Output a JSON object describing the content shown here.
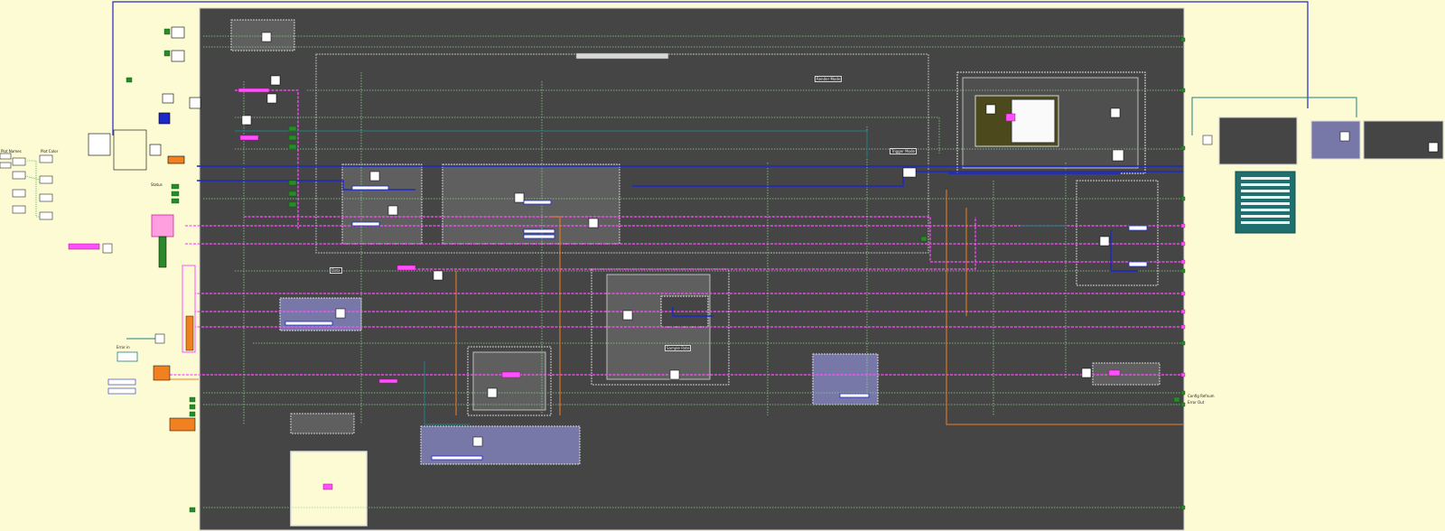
{
  "window": {
    "title": ""
  },
  "diagram": {
    "type": "labview-block-diagram",
    "colors": {
      "background": "#fdfbd3",
      "main_structure": "#454545",
      "sub_structure": "#5f5f5f",
      "event_structure": "#7878a8",
      "wire_pink": "#ff50ff",
      "wire_green_dotted": "#7fbf7f",
      "wire_blue": "#1c28c8",
      "wire_orange": "#f08020",
      "wire_teal": "#1f7f7f",
      "terminal_green": "#2a8a2a"
    },
    "left_labels": [
      {
        "id": "lbl_a",
        "text": "Plot Names"
      },
      {
        "id": "lbl_b",
        "text": "Plot Color"
      },
      {
        "id": "lbl_c",
        "text": "Error in"
      },
      {
        "id": "lbl_d",
        "text": "Status"
      }
    ],
    "inner_labels": [
      {
        "id": "lbl_e",
        "text": "Render Mode"
      },
      {
        "id": "lbl_f",
        "text": "Trigger Mode"
      },
      {
        "id": "lbl_g",
        "text": "Sample Rate"
      },
      {
        "id": "lbl_h",
        "text": "Data"
      }
    ],
    "right_labels": [
      {
        "id": "lbl_i",
        "text": "Config Refnum"
      },
      {
        "id": "lbl_j",
        "text": "Error Out"
      }
    ]
  }
}
